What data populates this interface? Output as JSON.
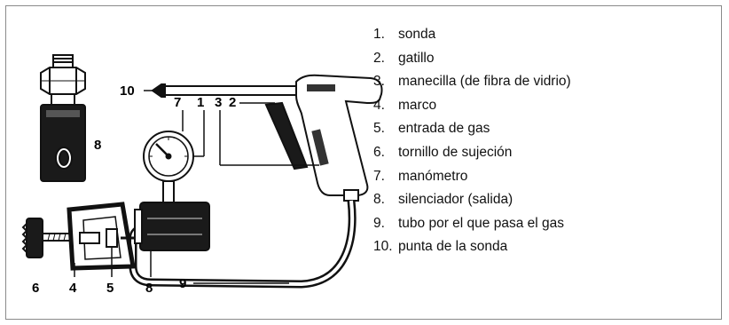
{
  "callouts": {
    "c1": "1",
    "c2": "2",
    "c3": "3",
    "c4": "4",
    "c5": "5",
    "c6": "6",
    "c7": "7",
    "c8_top": "8",
    "c8_bottom": "8",
    "c9": "9",
    "c10": "10"
  },
  "legend": [
    {
      "num": "1.",
      "label": "sonda"
    },
    {
      "num": "2.",
      "label": "gatillo"
    },
    {
      "num": "3.",
      "label": "manecilla (de fibra de vidrio)"
    },
    {
      "num": "4.",
      "label": "marco"
    },
    {
      "num": "5.",
      "label": "entrada de gas"
    },
    {
      "num": "6.",
      "label": "tornillo de sujeción"
    },
    {
      "num": "7.",
      "label": "manómetro"
    },
    {
      "num": "8.",
      "label": "silenciador (salida)"
    },
    {
      "num": "9.",
      "label": "tubo por el que pasa el gas"
    },
    {
      "num": "10.",
      "label": "punta de la sonda"
    }
  ]
}
